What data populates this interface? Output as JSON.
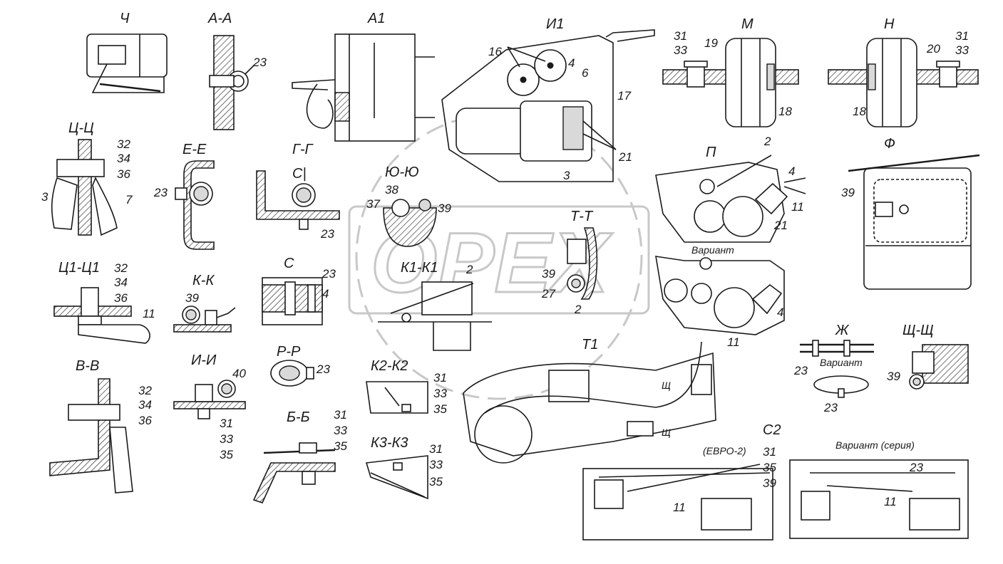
{
  "views": {
    "ch": {
      "title": "Ч"
    },
    "aa": {
      "title": "А-А",
      "labels": [
        "23"
      ]
    },
    "a1": {
      "title": "А1"
    },
    "i1": {
      "title": "И1",
      "labels": [
        "16",
        "4",
        "6",
        "17",
        "21",
        "3"
      ]
    },
    "m": {
      "title": "М",
      "labels": [
        "31",
        "33",
        "19",
        "18"
      ]
    },
    "n": {
      "title": "Н",
      "labels": [
        "31",
        "33",
        "20",
        "18"
      ]
    },
    "cc": {
      "title": "Ц-Ц",
      "labels": [
        "32",
        "34",
        "36",
        "3",
        "7"
      ]
    },
    "ee": {
      "title": "Е-Е",
      "labels": [
        "23"
      ]
    },
    "gg": {
      "title": "Г-Г",
      "sub": "С|",
      "labels": [
        "23"
      ]
    },
    "yuyu": {
      "title": "Ю-Ю",
      "labels": [
        "38",
        "37",
        "39"
      ]
    },
    "p": {
      "title": "П",
      "labels": [
        "2",
        "4",
        "11",
        "21"
      ],
      "variant": "Вариант",
      "variant_labels": [
        "4",
        "11"
      ]
    },
    "f": {
      "title": "Ф",
      "labels": [
        "39"
      ]
    },
    "tt": {
      "title": "Т-Т",
      "labels": [
        "39",
        "27",
        "2"
      ]
    },
    "c1c1": {
      "title": "Ц1-Ц1",
      "labels": [
        "32",
        "34",
        "36",
        "11"
      ]
    },
    "kk": {
      "title": "К-К",
      "labels": [
        "39"
      ]
    },
    "s": {
      "title": "С",
      "labels": [
        "23",
        "4"
      ]
    },
    "k1k1": {
      "title": "К1-К1",
      "labels": [
        "2"
      ]
    },
    "vv": {
      "title": "В-В",
      "labels": [
        "32",
        "34",
        "36"
      ]
    },
    "ii": {
      "title": "И-И",
      "labels": [
        "40",
        "31",
        "33",
        "35"
      ]
    },
    "rr": {
      "title": "Р-Р",
      "labels": [
        "23"
      ]
    },
    "k2k2": {
      "title": "К2-К2",
      "labels": [
        "31",
        "33",
        "35"
      ]
    },
    "bb": {
      "title": "Б-Б",
      "labels": [
        "31",
        "33",
        "35"
      ]
    },
    "k3k3": {
      "title": "К3-К3",
      "labels": [
        "31",
        "33",
        "35"
      ]
    },
    "t1": {
      "title": "Т1",
      "labels": [
        "Щ",
        "Щ"
      ]
    },
    "zh": {
      "title": "Ж",
      "labels": [
        "23",
        "23"
      ],
      "variant": "Вариант"
    },
    "shsh": {
      "title": "Щ-Щ",
      "labels": [
        "39"
      ]
    },
    "c2": {
      "title": "С2",
      "left_sub": "(ЕВРО-2)",
      "left_labels": [
        "31",
        "35",
        "39",
        "11"
      ],
      "right_sub": "Вариант (серия)",
      "right_labels": [
        "23",
        "11"
      ]
    }
  },
  "watermark": "OPEX"
}
